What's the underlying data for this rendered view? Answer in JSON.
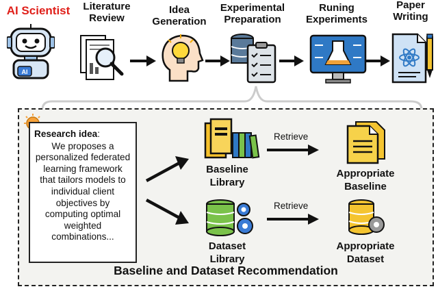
{
  "header": {
    "ai_scientist": "AI Scientist",
    "stages": [
      {
        "label": "Literature\nReview",
        "icon": "literature-review-icon"
      },
      {
        "label": "Idea\nGeneration",
        "icon": "idea-generation-icon"
      },
      {
        "label": "Experimental\nPreparation",
        "icon": "experimental-preparation-icon"
      },
      {
        "label": "Runing\nExperiments",
        "icon": "running-experiments-icon"
      },
      {
        "label": "Paper\nWriting",
        "icon": "paper-writing-icon"
      }
    ],
    "robot_badge": "AI"
  },
  "recommendation": {
    "title": "Baseline and Dataset Recommendation",
    "idea_heading": "Research idea",
    "idea_colon": ":",
    "idea_text": "We proposes a personalized federated learning framework that tailors models to individual client objectives by computing optimal weighted combinations...",
    "baseline_library": "Baseline\nLibrary",
    "dataset_library": "Dataset\nLibrary",
    "retrieve_top": "Retrieve",
    "retrieve_bottom": "Retrieve",
    "appropriate_baseline": "Appropriate\nBaseline",
    "appropriate_dataset": "Appropriate\nDataset"
  },
  "colors": {
    "accent_red": "#e0201a",
    "folder_yellow": "#f6c12b",
    "db_green": "#7ac24a",
    "gear_blue": "#3a7bd5",
    "doc_yellow": "#f4c430"
  }
}
